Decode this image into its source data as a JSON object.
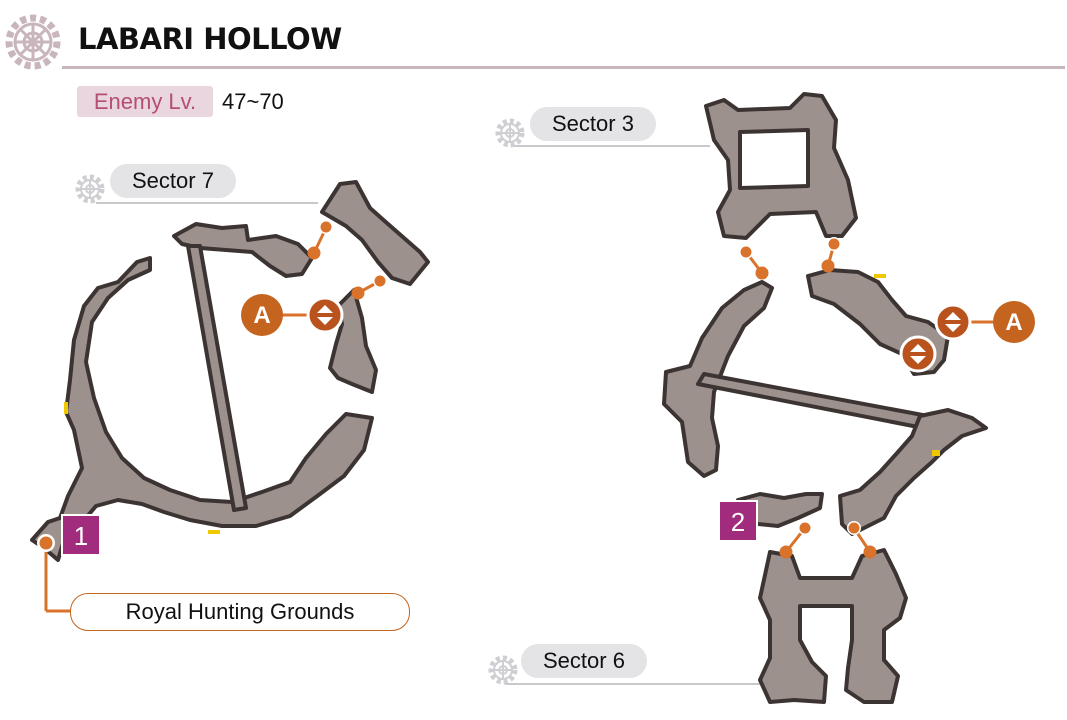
{
  "header": {
    "title": "LABARI HOLLOW"
  },
  "enemy_level": {
    "label": "Enemy Lv.",
    "value": "47~70"
  },
  "sectors": {
    "sector_7": "Sector 7",
    "sector_3": "Sector 3",
    "sector_6": "Sector 6"
  },
  "exits": {
    "royal_hunting_grounds": "Royal Hunting Grounds"
  },
  "markers": {
    "point_1": "1",
    "point_2": "2",
    "link_a_left": "A",
    "link_a_right": "A"
  },
  "colors": {
    "map_fill": "#9d918e",
    "map_outline": "#3c3432",
    "route": "#d9732c",
    "link_badge": "#c5641f",
    "elevator": "#b9521c",
    "point_marker": "#a12b7d",
    "door": "#f0c800",
    "enemy_badge_bg": "#ead6de",
    "enemy_badge_text": "#b44f73",
    "header_rule": "#c9b5bc"
  },
  "icons": {
    "header": "gear-emblem-icon",
    "sector": "gear-emblem-icon",
    "elevator": "elevator-up-down-icon",
    "waypoint": "route-dot-icon"
  }
}
